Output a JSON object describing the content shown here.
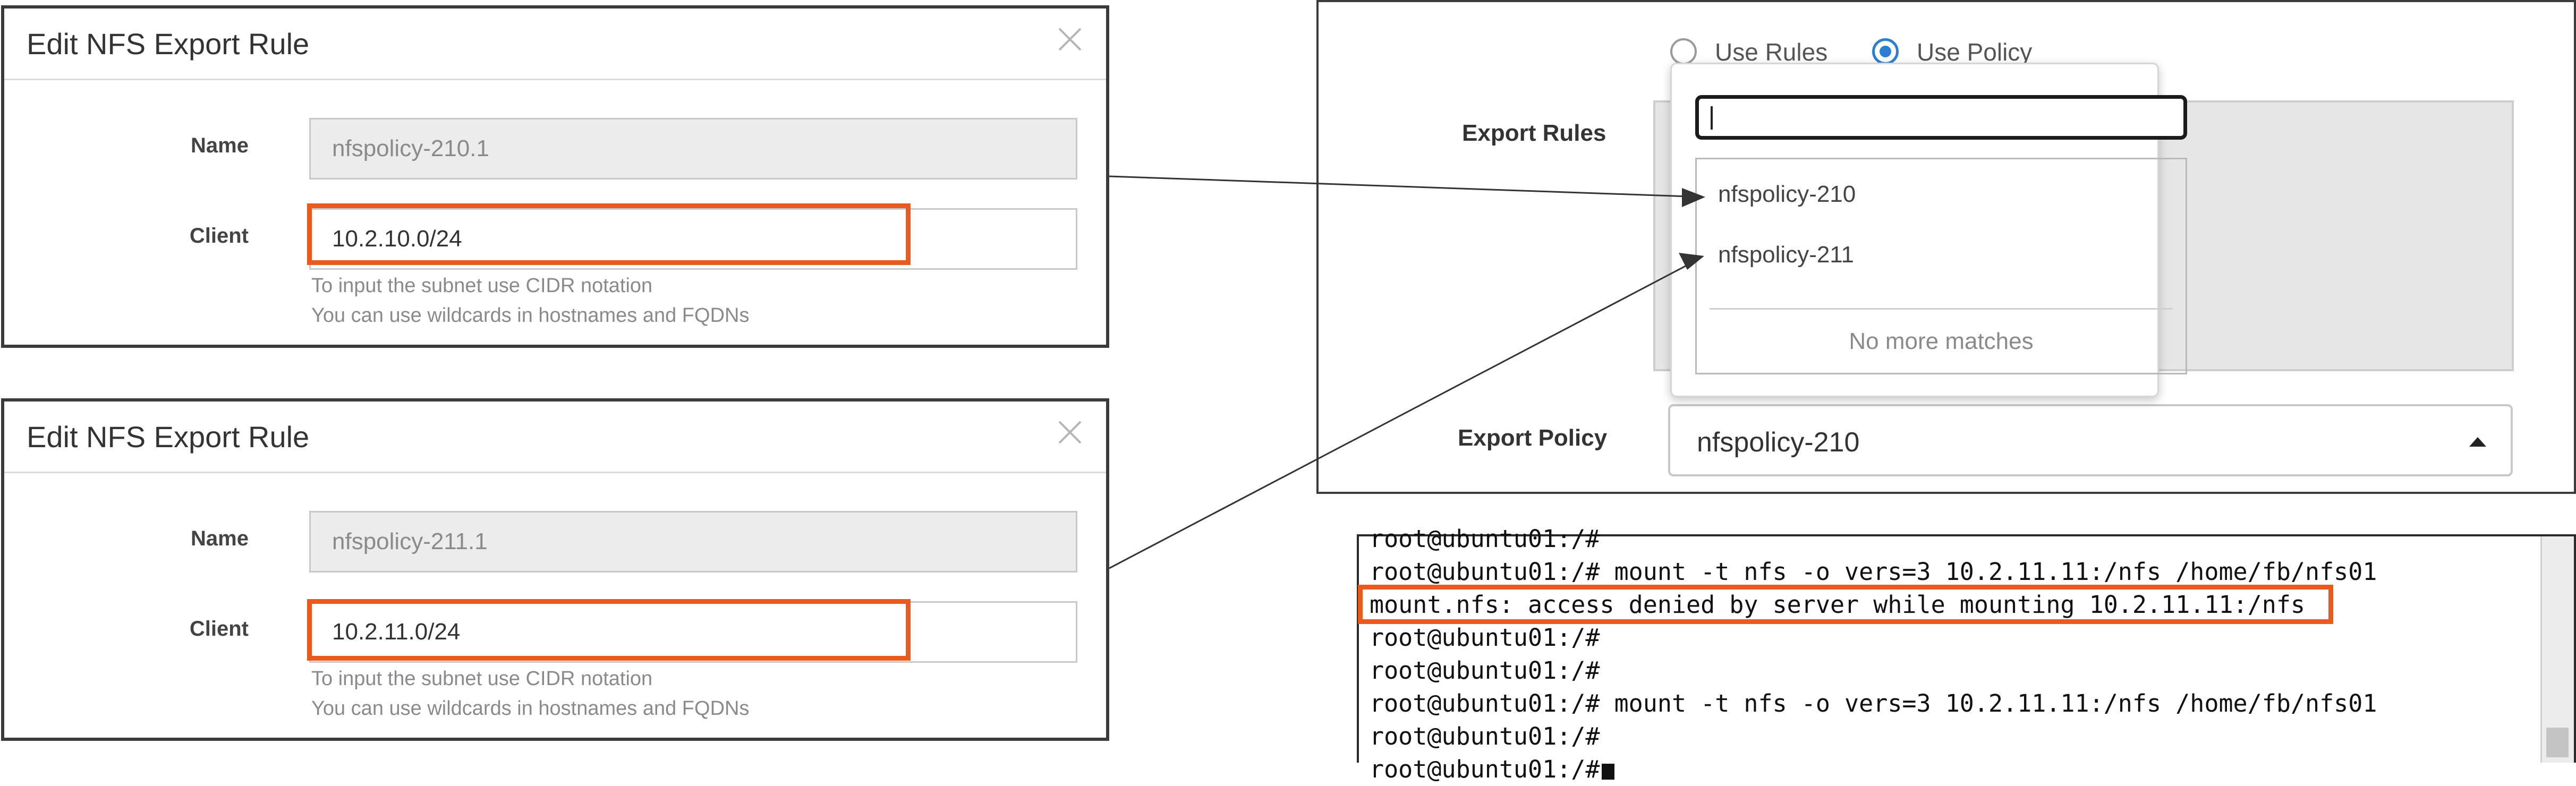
{
  "dialogs": [
    {
      "title": "Edit NFS Export Rule",
      "name_label": "Name",
      "name_value": "nfspolicy-210.1",
      "client_label": "Client",
      "client_value": "10.2.10.0/24",
      "hint1": "To input the subnet use CIDR notation",
      "hint2": "You can use wildcards in hostnames and FQDNs"
    },
    {
      "title": "Edit NFS Export Rule",
      "name_label": "Name",
      "name_value": "nfspolicy-211.1",
      "client_label": "Client",
      "client_value": "10.2.11.0/24",
      "hint1": "To input the subnet use CIDR notation",
      "hint2": "You can use wildcards in hostnames and FQDNs"
    }
  ],
  "export_panel": {
    "radio_use_rules": "Use Rules",
    "radio_use_policy": "Use Policy",
    "selected_mode": "Use Policy",
    "export_rules_label": "Export Rules",
    "export_policy_label": "Export Policy",
    "export_policy_value": "nfspolicy-210",
    "search_value": "",
    "options": [
      "nfspolicy-210",
      "nfspolicy-211"
    ],
    "no_more_matches": "No more matches"
  },
  "terminal": {
    "lines": [
      "root@ubuntu01:/#",
      "root@ubuntu01:/# mount -t nfs -o vers=3 10.2.11.11:/nfs /home/fb/nfs01",
      "mount.nfs: access denied by server while mounting 10.2.11.11:/nfs",
      "root@ubuntu01:/#",
      "root@ubuntu01:/#",
      "root@ubuntu01:/# mount -t nfs -o vers=3 10.2.11.11:/nfs /home/fb/nfs01",
      "root@ubuntu01:/#",
      "root@ubuntu01:/#"
    ]
  },
  "colors": {
    "highlight": "#ea5a1e",
    "radio_selected": "#2c7fd0",
    "arrow": "#333333"
  },
  "icons": {
    "dialog_close": "close-icon",
    "select_caret": "caret-up-icon",
    "arrow_head": "arrow-head-icon"
  }
}
